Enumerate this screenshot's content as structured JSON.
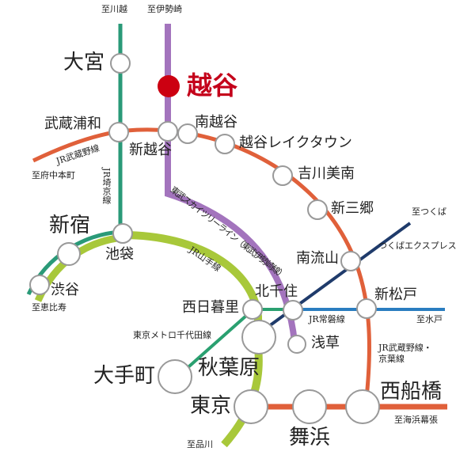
{
  "colors": {
    "saikyo": "#2a9a78",
    "yamanote": "#a8c83a",
    "musashino": "#e0603a",
    "tobu": "#a374bd",
    "tx": "#1f3b6b",
    "joban": "#2a7dc0",
    "chiyoda": "#2aa070",
    "highlight": "#cc0011"
  },
  "highlight_station": "越谷",
  "stations": {
    "omiya": "大宮",
    "musashi_urawa": "武蔵浦和",
    "shin_koshigaya": "新越谷",
    "minami_koshigaya": "南越谷",
    "lake_town": "越谷レイクタウン",
    "yoshikawa_minami": "吉川美南",
    "shin_misato": "新三郷",
    "minami_nagareyama": "南流山",
    "shin_matsudo": "新松戸",
    "kita_senju": "北千住",
    "nishi_nippori": "西日暮里",
    "asakusa": "浅草",
    "akihabara": "秋葉原",
    "otemachi": "大手町",
    "tokyo": "東京",
    "maihama": "舞浜",
    "nishi_funabashi": "西船橋",
    "shinjuku": "新宿",
    "ikebukuro": "池袋",
    "shibuya": "渋谷"
  },
  "lines": {
    "musashino": "JR武蔵野線",
    "saikyo": "JR埼京線",
    "tobu": "東武スカイツリーライン（東武伊勢崎線）",
    "yamanote": "JR山手線",
    "tx": "つくばエクスプレス",
    "joban": "JR常磐線",
    "chiyoda": "東京メトロ千代田線",
    "musashino_keiyo": "JR武蔵野線・京葉線"
  },
  "destinations": {
    "kawagoe": "至川越",
    "isesaki": "至伊勢崎",
    "fuchu": "至府中本町",
    "ebisu": "至恵比寿",
    "tsukuba": "至つくば",
    "mito": "至水戸",
    "makuhari": "至海浜幕張",
    "shinagawa": "至品川"
  }
}
